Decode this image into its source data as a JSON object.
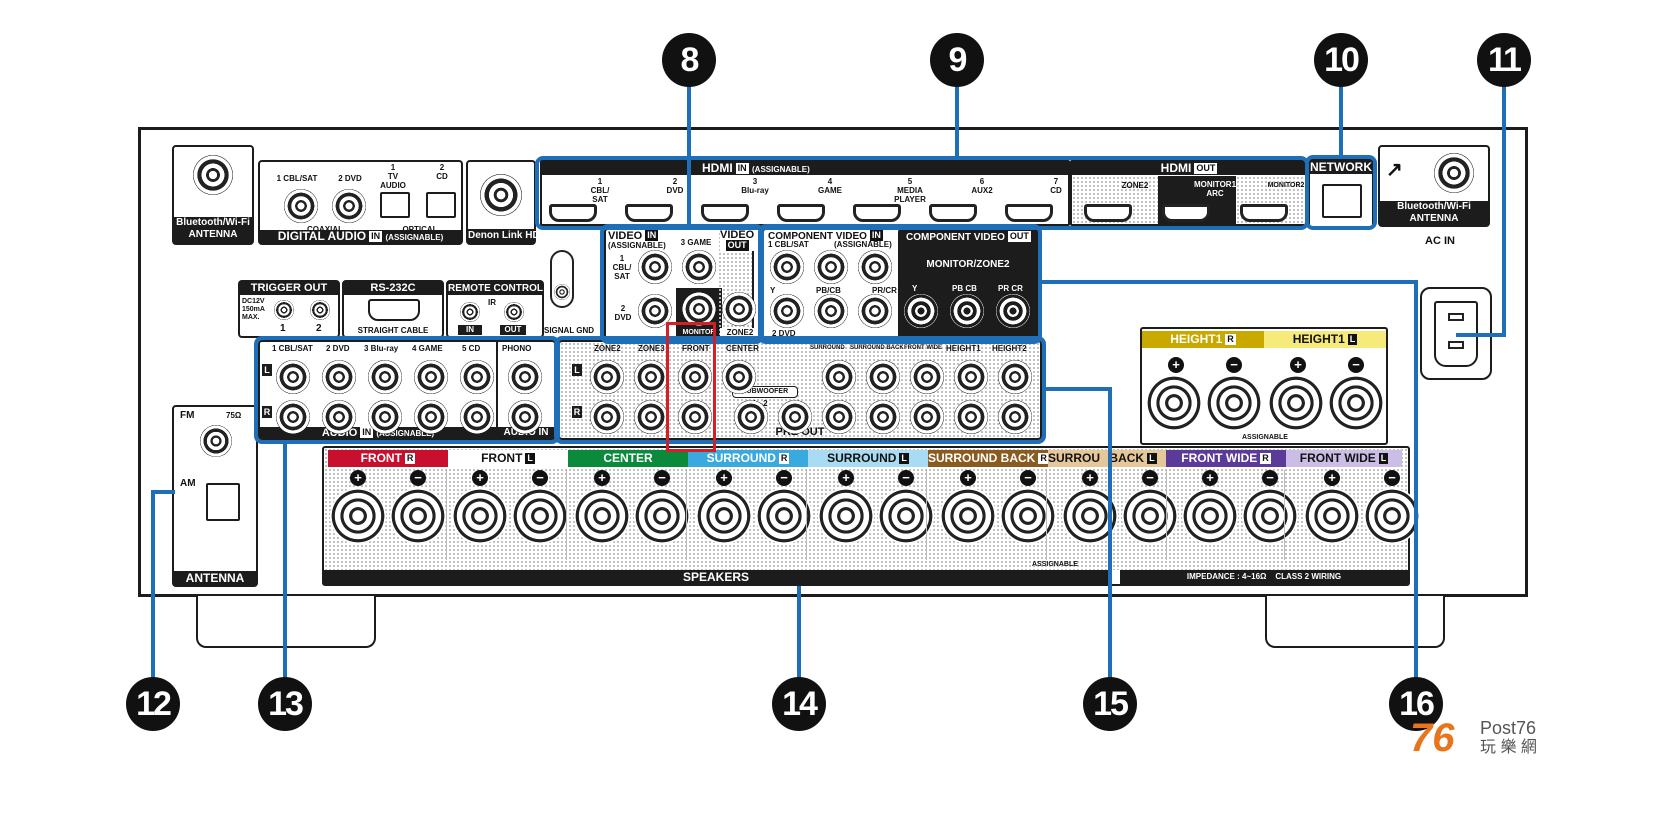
{
  "callouts": [
    "8",
    "9",
    "10",
    "11",
    "12",
    "13",
    "14",
    "15",
    "16"
  ],
  "bt_antenna": "Bluetooth/Wi-Fi\nANTENNA",
  "digital_audio": {
    "title": "DIGITAL AUDIO",
    "in": "IN",
    "assign": "(ASSIGNABLE)",
    "coaxial": "COAXIAL",
    "optical": "OPTICAL",
    "ports": [
      "1 CBL/SAT",
      "2 DVD",
      "1\nTV\nAUDIO",
      "2\nCD"
    ]
  },
  "denon_link": "Denon Link HD",
  "hdmi_in": {
    "title": "HDMI",
    "in": "IN",
    "assign": "(ASSIGNABLE)",
    "inputs": [
      "1\nCBL/\nSAT",
      "2\nDVD",
      "3\nBlu-ray",
      "4\nGAME",
      "5\nMEDIA\nPLAYER",
      "6\nAUX2",
      "7\nCD"
    ]
  },
  "hdmi_out": {
    "title": "HDMI",
    "out": "OUT",
    "outputs": [
      "ZONE2",
      "MONITOR1\nARC",
      "MONITOR2"
    ]
  },
  "network": "NETWORK",
  "bt_antenna_right": "Bluetooth/Wi-Fi\nANTENNA",
  "ac_in": "AC IN",
  "video": {
    "in_title": "VIDEO",
    "in": "IN",
    "assign": "(ASSIGNABLE)",
    "ports": [
      "1\nCBL/\nSAT",
      "3 GAME",
      "2\nDVD"
    ],
    "out_title": "VIDEO",
    "out": "OUT",
    "monitor": "MONITOR",
    "zone2": "ZONE2"
  },
  "component_in": {
    "title": "COMPONENT VIDEO",
    "in": "IN",
    "assign": "(ASSIGNABLE)",
    "labels": [
      "1 CBL/SAT",
      "Y",
      "PB/CB",
      "PR/CR",
      "2 DVD"
    ]
  },
  "component_out": {
    "title": "COMPONENT VIDEO",
    "out": "OUT",
    "subtitle": "MONITOR/ZONE2",
    "labels": [
      "Y",
      "PB CB",
      "PR CR"
    ]
  },
  "signal_gnd": "SIGNAL GND",
  "trigger_out": {
    "title": "TRIGGER OUT",
    "spec": "DC12V\n150mA\nMAX.",
    "ports": [
      "1",
      "2"
    ]
  },
  "rs232c": {
    "title": "RS-232C",
    "cable": "STRAIGHT CABLE"
  },
  "remote_control": {
    "title": "REMOTE CONTROL",
    "ir": "IR",
    "in": "IN",
    "out": "OUT"
  },
  "audio_in": {
    "title": "AUDIO",
    "in": "IN",
    "assign": "(ASSIGNABLE)",
    "ports": [
      "1 CBL/SAT",
      "2 DVD",
      "3 Blu-ray",
      "4 GAME",
      "5 CD"
    ],
    "phono": "PHONO",
    "phono_bar": "AUDIO IN",
    "l": "L",
    "r": "R"
  },
  "pre_out": {
    "title": "PRE OUT",
    "labels": [
      "ZONE2",
      "ZONE3",
      "FRONT",
      "CENTER",
      "SURROUND",
      "SURROUND BACK",
      "FRONT WIDE",
      "HEIGHT1",
      "HEIGHT2"
    ],
    "subwoofer": "SUBWOOFER",
    "sub_nums": "1   2",
    "l": "L",
    "r": "R"
  },
  "fm_am": {
    "fm": "FM",
    "ohm": "75Ω",
    "am": "AM",
    "title": "ANTENNA"
  },
  "height_speakers": {
    "channels": [
      {
        "name": "HEIGHT1",
        "side": "R",
        "color": "#c9a800"
      },
      {
        "name": "HEIGHT1",
        "side": "L",
        "color": "#f5ea7a"
      }
    ],
    "assign": "ASSIGNABLE"
  },
  "speakers": {
    "channels": [
      {
        "name": "FRONT",
        "side": "R",
        "color": "#c8102e"
      },
      {
        "name": "FRONT",
        "side": "L",
        "color": "#ffffff"
      },
      {
        "name": "CENTER",
        "side": "",
        "color": "#0a8a3a"
      },
      {
        "name": "SURROUND",
        "side": "R",
        "color": "#39a9e0"
      },
      {
        "name": "SURROUND",
        "side": "L",
        "color": "#a9dcf3"
      },
      {
        "name": "SURROUND BACK",
        "side": "R",
        "color": "#8a5a1e"
      },
      {
        "name": "SURROU",
        "side": "",
        "color": "#e6c79a"
      },
      {
        "name": "BACK",
        "side": "L",
        "color": "#e6c79a"
      },
      {
        "name": "FRONT WIDE",
        "side": "R",
        "color": "#5b3a9a"
      },
      {
        "name": "FRONT WIDE",
        "side": "L",
        "color": "#cbbde6"
      }
    ],
    "plus": "+",
    "minus": "−",
    "assign": "ASSIGNABLE",
    "title": "SPEAKERS",
    "impedance": "IMPEDANCE : 4~16Ω    CLASS 2 WIRING"
  },
  "watermark": {
    "num": "76",
    "brand": "Post76",
    "cn": "玩 樂 網"
  },
  "colors": {
    "highlight": "#1e6fb8",
    "monitor_box": "#d32027",
    "text": "#111111"
  }
}
